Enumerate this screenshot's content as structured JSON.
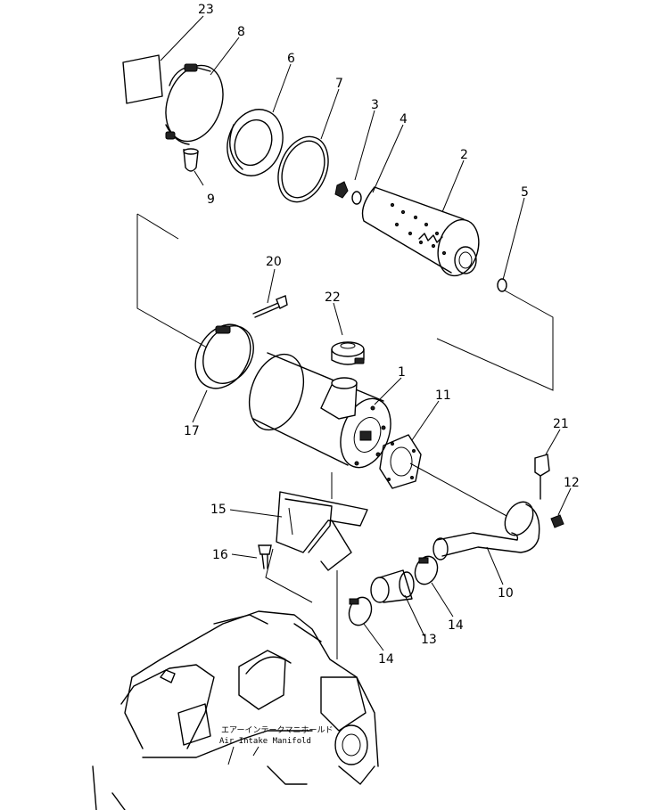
{
  "callouts": {
    "c1": "1",
    "c2": "2",
    "c3": "3",
    "c4": "4",
    "c5": "5",
    "c6": "6",
    "c7": "7",
    "c8": "8",
    "c9": "9",
    "c10": "10",
    "c11": "11",
    "c12": "12",
    "c13": "13",
    "c14a": "14",
    "c14b": "14",
    "c15": "15",
    "c16": "16",
    "c17": "17",
    "c20": "20",
    "c21": "21",
    "c22": "22",
    "c23": "23"
  },
  "manifold_label": {
    "japanese": "エアーインテークマニホールド",
    "english": "Air Intake Manifold"
  }
}
